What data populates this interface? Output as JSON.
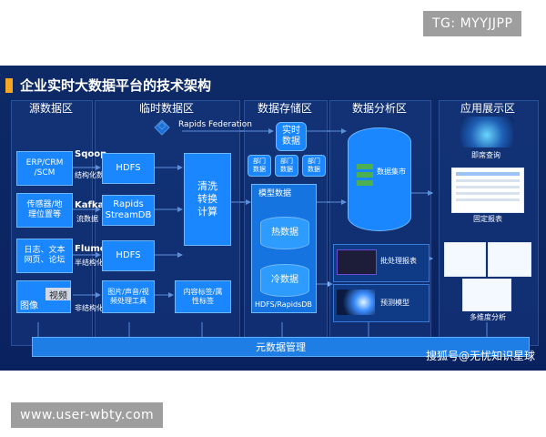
{
  "top_tag": "TG: MYYJJPP",
  "bottom_tag": "www.user-wbty.com",
  "diagram": {
    "title": "企业实时大数据平台的技术架构",
    "zones": {
      "source": "源数据区",
      "temp": "临时数据区",
      "storage": "数据存储区",
      "analysis": "数据分析区",
      "display": "应用展示区"
    },
    "sources": [
      {
        "label": "ERP/CRM\n/SCM",
        "tool": "Sqoop",
        "type": "结构化数据"
      },
      {
        "label": "传感器/地\n理位置等",
        "tool": "Kafka",
        "type": "流数据"
      },
      {
        "label": "日志、文本\n网页、论坛",
        "tool": "Flume",
        "type": "半结构化"
      },
      {
        "label": "图像",
        "label2": "视频",
        "tool": "",
        "type": "非结构化"
      }
    ],
    "temp_boxes": [
      "HDFS",
      "Rapids\nStreamDB",
      "HDFS",
      "图片/声音/视\n频处理工具"
    ],
    "rapids_federation": "Rapids Federation",
    "clean": "清洗\n转换\n计算",
    "content_tag": "内容标签/属\n性标签",
    "realtime": "实时\n数据",
    "dept": [
      "部门\n数据",
      "部门\n数据",
      "部门\n数据"
    ],
    "model_data": "模型数据",
    "hot_data": "热数据",
    "cold_data": "冷数据",
    "hdfs_rapids": "HDFS/RapidsDB",
    "data_mart": "数据集市",
    "batch_report": "批处理报表",
    "predict_model": "预测模型",
    "apps": [
      "即席查询",
      "固定报表",
      "多维度分析"
    ],
    "meta": "元数据管理",
    "watermark": "搜狐号@无忧知识星球"
  },
  "colors": {
    "background": "#0b2260",
    "box": "#1a86ff",
    "accent": "#f5a623"
  }
}
